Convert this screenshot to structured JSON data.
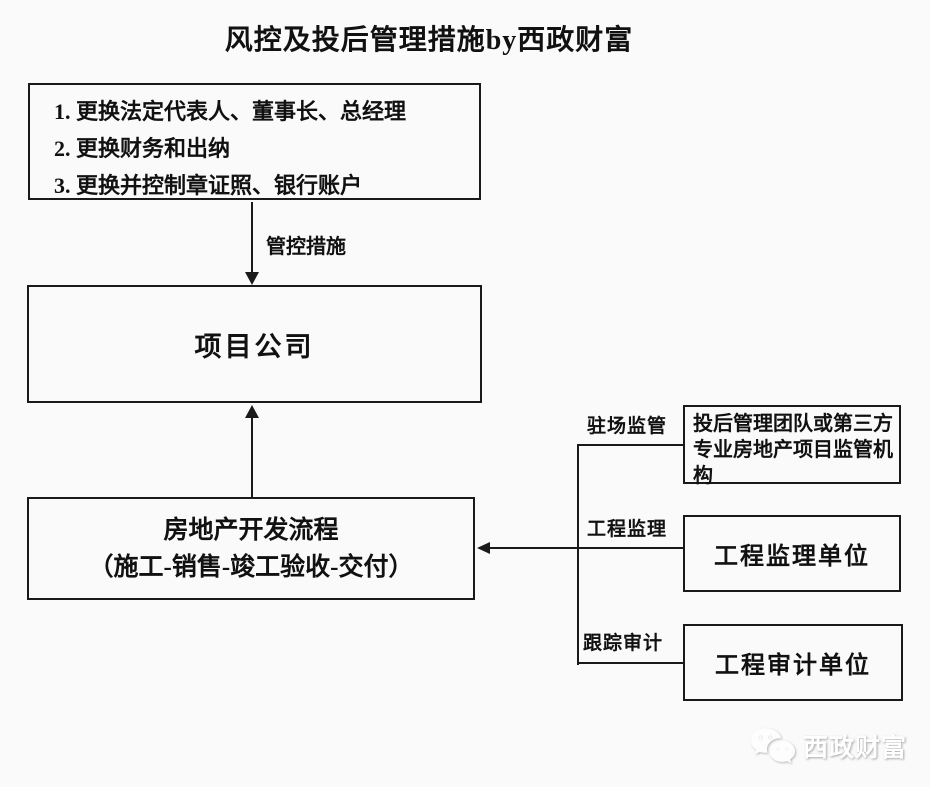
{
  "title": "风控及投后管理措施by西政财富",
  "measures_box": {
    "line1": "1. 更换法定代表人、董事长、总经理",
    "line2": "2. 更换财务和出纳",
    "line3": "3. 更换并控制章证照、银行账户"
  },
  "arrow_label": "管控措施",
  "project_company": "项目公司",
  "development": {
    "line1": "房地产开发流程",
    "line2": "（施工-销售-竣工验收-交付）"
  },
  "branches": [
    {
      "label": "驻场监管",
      "box": "投后管理团队或第三方专业房地产项目监管机构"
    },
    {
      "label": "工程监理",
      "box": "工程监理单位"
    },
    {
      "label": "跟踪审计",
      "box": "工程审计单位"
    }
  ],
  "watermark": {
    "icon": "wechat-icon",
    "text": "西政财富"
  },
  "colors": {
    "background": "#fafafa",
    "line": "#1a1a1a",
    "text": "#111111",
    "watermark_text": "#ffffff"
  }
}
